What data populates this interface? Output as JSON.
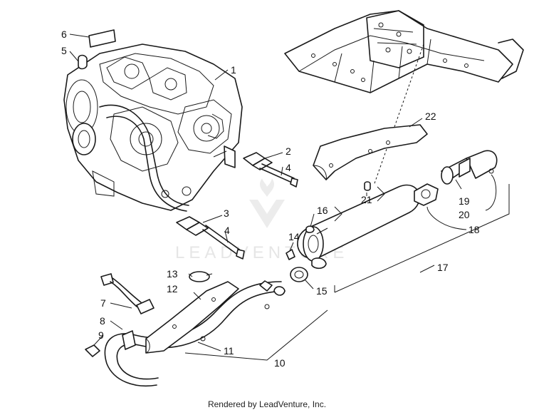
{
  "callouts": [
    {
      "n": "1"
    },
    {
      "n": "2"
    },
    {
      "n": "3"
    },
    {
      "n": "4"
    },
    {
      "n": "4"
    },
    {
      "n": "5"
    },
    {
      "n": "6"
    },
    {
      "n": "7"
    },
    {
      "n": "8"
    },
    {
      "n": "9"
    },
    {
      "n": "10"
    },
    {
      "n": "11"
    },
    {
      "n": "12"
    },
    {
      "n": "13"
    },
    {
      "n": "14"
    },
    {
      "n": "15"
    },
    {
      "n": "16"
    },
    {
      "n": "17"
    },
    {
      "n": "18"
    },
    {
      "n": "19"
    },
    {
      "n": "20"
    },
    {
      "n": "21"
    },
    {
      "n": "22"
    }
  ],
  "watermark": {
    "text": "LEADVENTURE"
  },
  "footer": {
    "credit": "Rendered by LeadVenture, Inc."
  }
}
